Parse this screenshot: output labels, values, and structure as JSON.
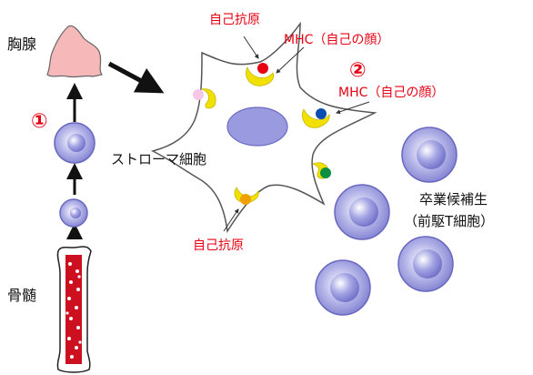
{
  "labels": {
    "thymus": "胸腺",
    "bone_marrow": "骨髄",
    "stromal_cell": "ストローマ細胞",
    "self_antigen_top": "自己抗原",
    "self_antigen_bottom": "自己抗原",
    "mhc_top": "MHC（自己の顔）",
    "mhc_right": "MHC（自己の顔）",
    "candidate_line1": "卒業候補生",
    "candidate_line2": "（前駆T細胞）",
    "step1": "①",
    "step2": "②"
  },
  "colors": {
    "accent_red": "#e60012",
    "thymus_fill": "#f6b8b8",
    "cell_fill": "#9a9ae0",
    "mhc_yellow": "#f2e000",
    "bone_red": "#cc1020"
  }
}
